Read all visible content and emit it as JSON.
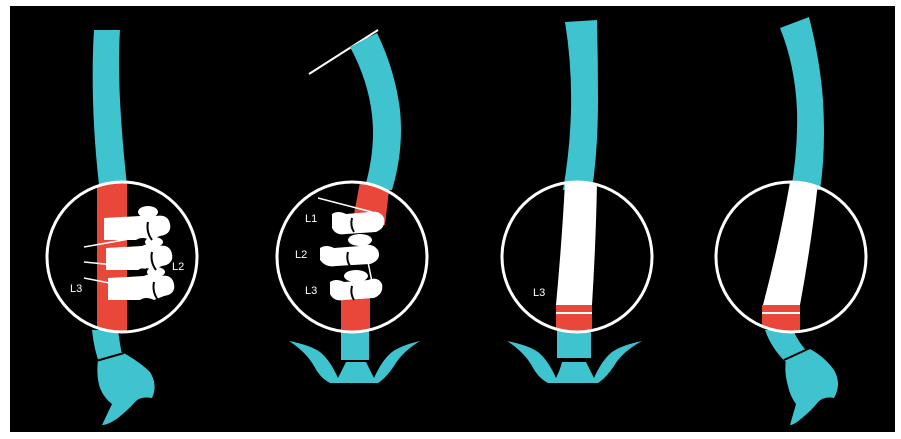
{
  "colors": {
    "background": "#000000",
    "border": "#ffffff",
    "spine": "#3fc3cf",
    "highlight": "#e8473a",
    "bone": "#ffffff",
    "circle": "#ffffff"
  },
  "panels": [
    {
      "labels": {
        "l2": "L2",
        "l3": "L3"
      }
    },
    {
      "labels": {
        "l1": "L1",
        "l2": "L2",
        "l3": "L3"
      }
    },
    {
      "labels": {
        "l3": "L3"
      }
    },
    {
      "labels": {}
    }
  ]
}
